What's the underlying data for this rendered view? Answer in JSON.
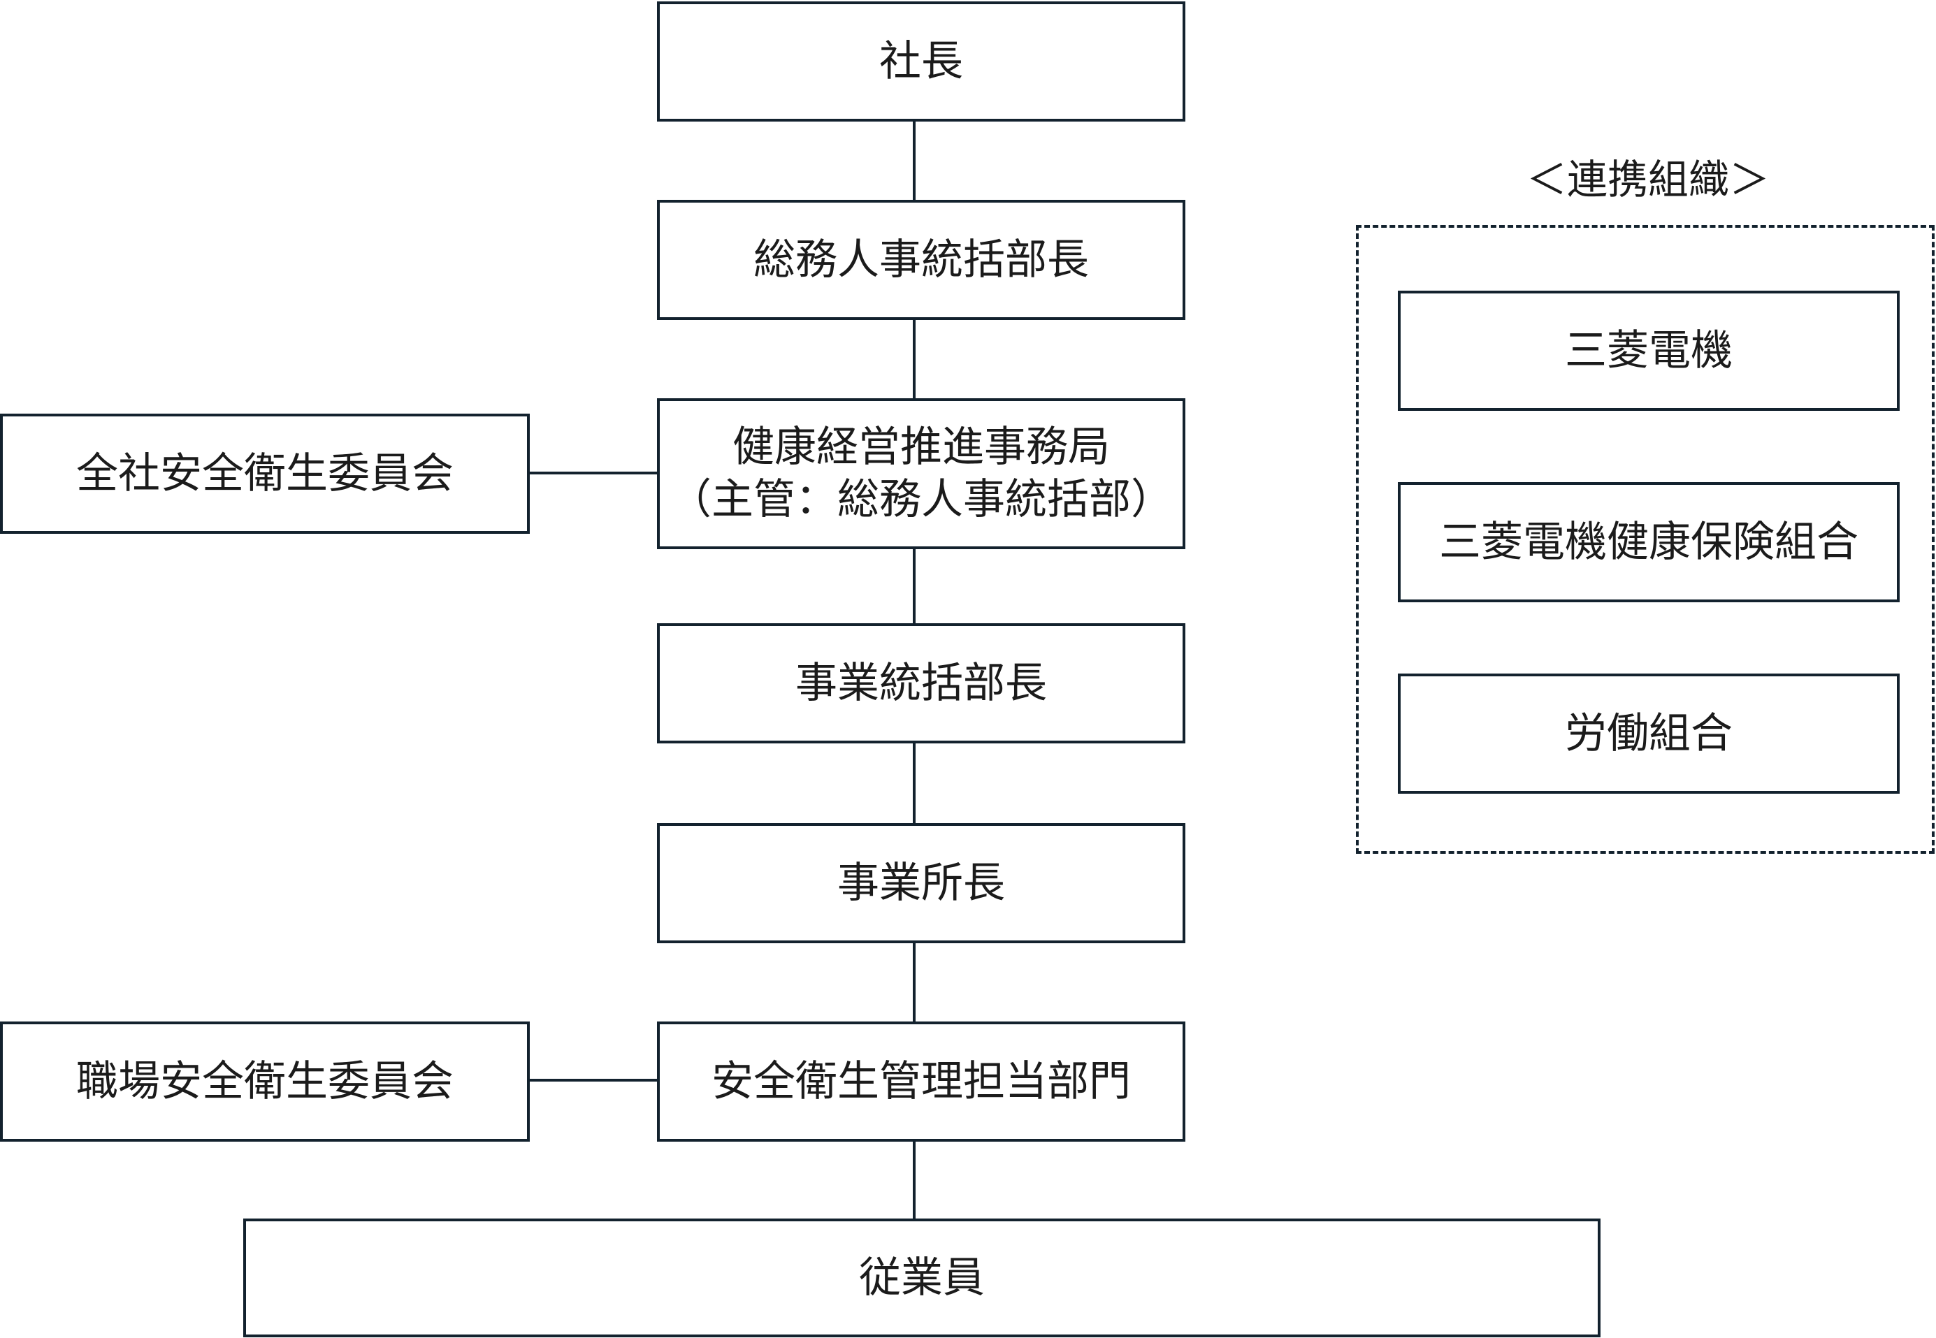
{
  "main_chain": {
    "president": "社長",
    "general_affairs_hr_head": "総務人事統括部長",
    "health_office_line1": "健康経営推進事務局",
    "health_office_line2": "（主管：総務人事統括部）",
    "business_division_head": "事業統括部長",
    "site_manager": "事業所長",
    "safety_health_dept": "安全衛生管理担当部門",
    "employees": "従業員"
  },
  "side_committees": {
    "company_committee": "全社安全衛生委員会",
    "workplace_committee": "職場安全衛生委員会"
  },
  "partner_orgs": {
    "title": "＜連携組織＞",
    "items": [
      "三菱電機",
      "三菱電機健康保険組合",
      "労働組合"
    ]
  }
}
